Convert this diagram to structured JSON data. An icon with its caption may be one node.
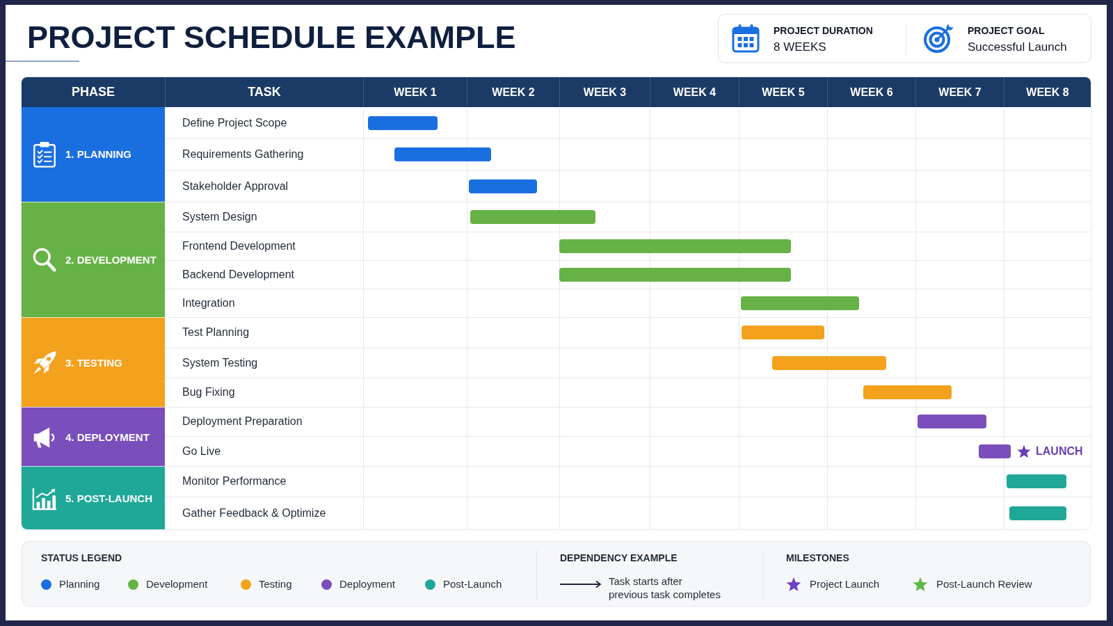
{
  "diagram": {
    "title": "PROJECT SCHEDULE EXAMPLE",
    "nodes": [
      {
        "text": [
          "PROJECT DURATION",
          "8 WEEKS",
          "PROJECT GOAL",
          "Successful Launch"
        ]
      },
      {
        "text": [
          "1. PLANNING"
        ]
      },
      {
        "text": [],
        "shape": "bar"
      },
      {
        "text": [],
        "shape": "bar"
      },
      {
        "text": [],
        "shape": "bar"
      },
      {
        "text": [
          "2. DEVELOPMENT"
        ]
      },
      {
        "text": [],
        "shape": "bar"
      },
      {
        "text": [],
        "shape": "bar"
      },
      {
        "text": [],
        "shape": "bar"
      },
      {
        "text": [],
        "shape": "bar"
      },
      {
        "text": [
          "3. TESTING"
        ]
      },
      {
        "text": [],
        "shape": "bar"
      },
      {
        "text": [],
        "shape": "bar"
      },
      {
        "text": [],
        "shape": "bar"
      },
      {
        "text": [
          "4. DEPLOYMENT"
        ]
      },
      {
        "text": [],
        "shape": "bar"
      },
      {
        "text": [],
        "shape": "bar",
        "beside": [
          "LAUNCH"
        ]
      },
      {
        "text": [
          "5. POST-LAUNCH"
        ]
      },
      {
        "text": [],
        "shape": "bar"
      },
      {
        "text": [],
        "shape": "bar"
      }
    ],
    "labels": [
      "PHASE",
      "TASK",
      "WEEK 1",
      "WEEK 2",
      "WEEK 3",
      "WEEK 4",
      "WEEK 5",
      "WEEK 6",
      "WEEK 7",
      "WEEK 8",
      "Define Project Scope",
      "Requirements Gathering",
      "Stakeholder Approval",
      "System Design",
      "Frontend Development",
      "Backend Development",
      "Integration",
      "Test Planning",
      "System Testing",
      "Bug Fixing",
      "Deployment Preparation",
      "Go Live",
      "Monitor Performance",
      "Gather Feedback & Optimize",
      "STATUS LEGEND",
      "DEPENDENCY EXAMPLE",
      "MILESTONES"
    ],
    "legend": [
      {
        "text": "Planning",
        "color": "#1a6fe0"
      },
      {
        "text": "Development",
        "color": "#66b246"
      },
      {
        "text": "Testing",
        "color": "#f4a11d"
      },
      {
        "text": "Deployment",
        "color": "#7a4ebb"
      },
      {
        "text": "Post-Launch",
        "color": "#1fa898"
      },
      {
        "text": "Task starts after previous task completes"
      },
      {
        "text": "Project Launch"
      },
      {
        "text": "Post-Launch Review"
      }
    ]
  }
}
